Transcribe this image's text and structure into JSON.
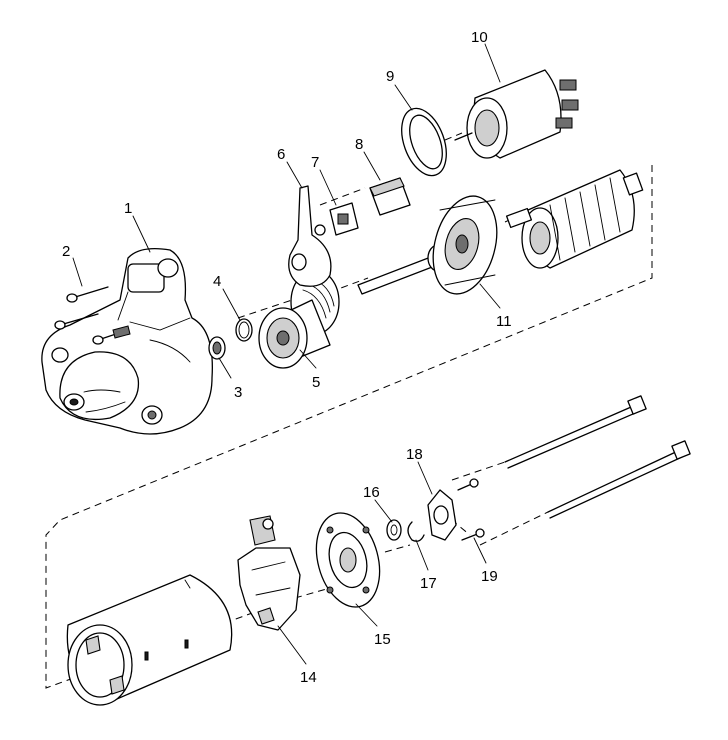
{
  "callouts": [
    {
      "id": "c1",
      "text": "1"
    },
    {
      "id": "c2",
      "text": "2"
    },
    {
      "id": "c3",
      "text": "3"
    },
    {
      "id": "c4",
      "text": "4"
    },
    {
      "id": "c5",
      "text": "5"
    },
    {
      "id": "c6",
      "text": "6"
    },
    {
      "id": "c7",
      "text": "7"
    },
    {
      "id": "c8",
      "text": "8"
    },
    {
      "id": "c9",
      "text": "9"
    },
    {
      "id": "c10",
      "text": "10"
    },
    {
      "id": "c11",
      "text": "11"
    },
    {
      "id": "c14",
      "text": "14"
    },
    {
      "id": "c15",
      "text": "15"
    },
    {
      "id": "c16",
      "text": "16"
    },
    {
      "id": "c17",
      "text": "17"
    },
    {
      "id": "c18",
      "text": "18"
    },
    {
      "id": "c19",
      "text": "19"
    }
  ]
}
